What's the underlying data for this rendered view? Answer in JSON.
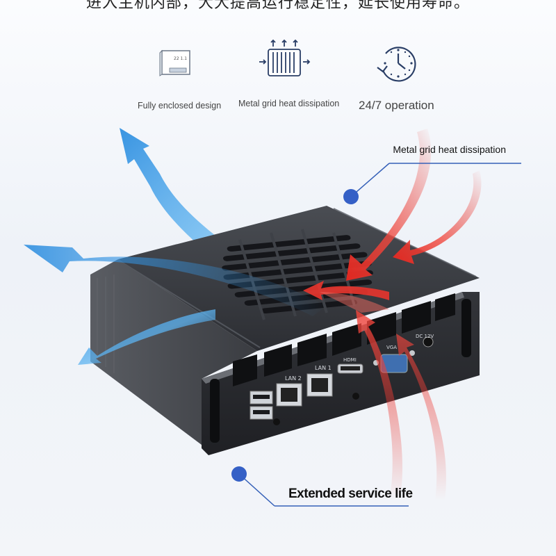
{
  "headline": "进入主机内部，大大提高运行稳定性，延长使用寿命。",
  "features": [
    {
      "label": "Fully enclosed design",
      "icon": "enclosure-icon",
      "icon_text": "22 1.1"
    },
    {
      "label": "Metal grid heat dissipation",
      "icon": "heat-grid-icon"
    },
    {
      "label": "24/7 operation",
      "icon": "clock-icon"
    }
  ],
  "callouts": {
    "top": "Metal grid heat dissipation",
    "bottom": "Extended service life"
  },
  "device": {
    "port_labels": {
      "lan2": "LAN 2",
      "lan1": "LAN 1",
      "hdmi": "HDMI",
      "vga": "VGA",
      "dc": "DC 12V"
    }
  },
  "colors": {
    "accent": "#2f5fc4",
    "cool_air": "#3a9be6",
    "hot_air": "#e8302b",
    "chassis": "#2a2c30"
  }
}
